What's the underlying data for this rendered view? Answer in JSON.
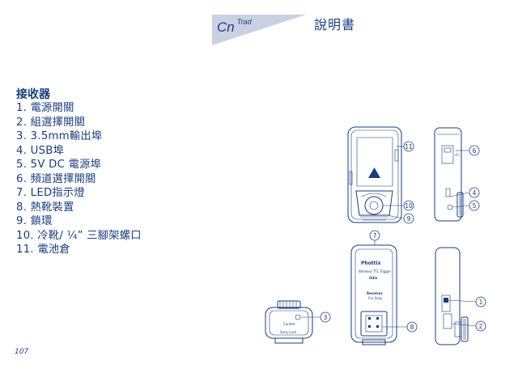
{
  "header": {
    "language_tab": "Cn",
    "language_tab_sup": "Trad",
    "title": "說明書"
  },
  "section": {
    "heading": "接收器",
    "items": [
      "1. 電源開關",
      "2. 組選擇開關",
      "3. 3.5mm輸出埠",
      "4. USB埠",
      "5. 5V DC 電源埠",
      "6. 頻道選擇開關",
      "7. LED指示燈",
      "8. 熱靴裝置",
      "9. 鎖環",
      "10. 冷靴/ ¼” 三腳架螺口",
      "11. 電池倉"
    ]
  },
  "diagram": {
    "callouts": {
      "c1": "1",
      "c2": "2",
      "c3": "3",
      "c4": "4",
      "c5": "5",
      "c6": "6",
      "c7": "7",
      "c8": "8",
      "c9": "9",
      "c10": "10",
      "c11": "11"
    },
    "device_text": {
      "brand": "Phottix",
      "subtitle": "Wireless TTL Trigger",
      "model": "Odin",
      "receiver": "Receiver",
      "receiver_for": "For Sony"
    }
  },
  "footer": {
    "page_number": "107"
  },
  "colors": {
    "ink": "#1b3d7c",
    "tab_fill": "#c9d1e2"
  }
}
